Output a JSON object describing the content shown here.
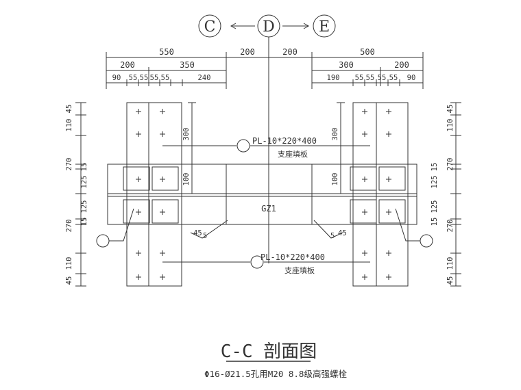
{
  "grid_axes": {
    "left": "C",
    "center": "D",
    "right": "E"
  },
  "dimensions_top": {
    "left_overall": "550",
    "center_left": "200",
    "center_right": "200",
    "right_overall": "500",
    "left_row2": [
      "200",
      "350"
    ],
    "right_row2": [
      "300",
      "200"
    ],
    "left_row3": [
      "90",
      "55",
      "55",
      "55",
      "55",
      "240"
    ],
    "right_row3": [
      "190",
      "55",
      "55",
      "55",
      "55",
      "90"
    ]
  },
  "dimensions_side": {
    "outer": [
      "110",
      "45",
      "270",
      "15",
      "125",
      "125",
      "15",
      "270",
      "45",
      "110"
    ],
    "inner_tall": "300",
    "inner_short": "100"
  },
  "plates": {
    "upper_label": "PL-10*220*400",
    "upper_sub": "支座填板",
    "lower_label": "PL-10*220*400",
    "lower_sub": "支座填板"
  },
  "column_label": "GZ1",
  "weld_left": "45",
  "weld_left_size": "5",
  "weld_right": "45",
  "weld_right_size": "5",
  "title": "C-C 剖面图",
  "note": "Φ16-Ø21.5孔用M20 8.8级高强螺栓"
}
